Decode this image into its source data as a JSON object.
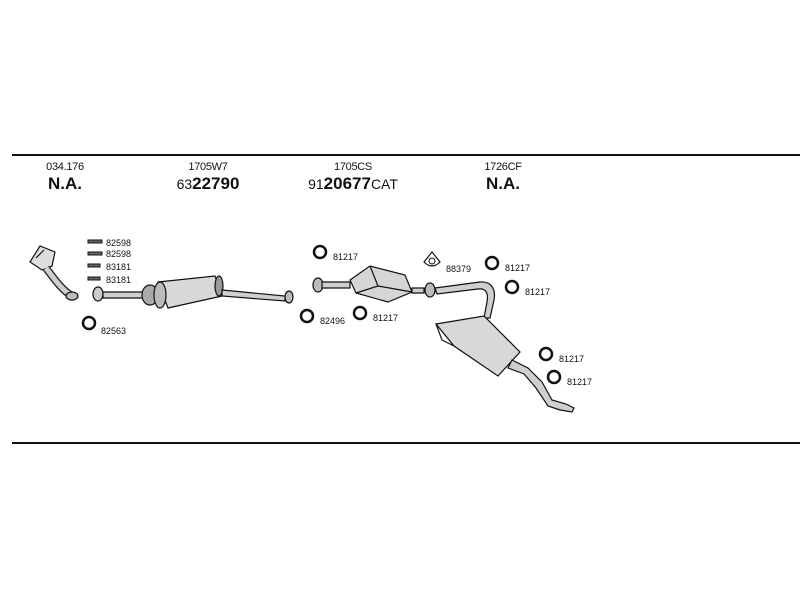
{
  "columns": [
    {
      "code": "034.176",
      "part_prefix": "",
      "part_main": "N.A.",
      "part_suffix": ""
    },
    {
      "code": "1705W7",
      "part_prefix": "63",
      "part_main": "22790",
      "part_suffix": ""
    },
    {
      "code": "1705CS",
      "part_prefix": "91",
      "part_main": "20677",
      "part_suffix": "CAT"
    },
    {
      "code": "1726CF",
      "part_prefix": "",
      "part_main": "N.A.",
      "part_suffix": ""
    }
  ],
  "labels": {
    "l82598": "82598",
    "l82598b": "82598",
    "l83181a": "83181",
    "l83181b": "83181",
    "l82563": "82563",
    "l81217a": "81217",
    "l82496": "82496",
    "l81217b": "81217",
    "l88379": "88379",
    "l81217c": "81217",
    "l81217d": "81217",
    "l81217e": "81217",
    "l81217f": "81217"
  }
}
